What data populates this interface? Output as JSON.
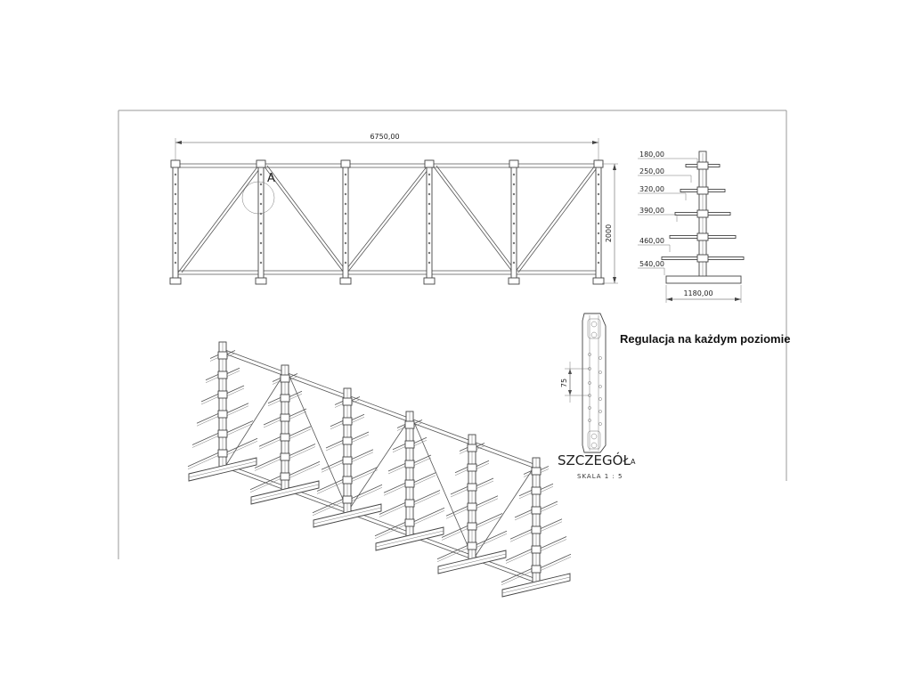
{
  "drawing": {
    "overall_length": "6750,00",
    "height": "2000",
    "side_arms": [
      "180,00",
      "250,00",
      "320,00",
      "390,00",
      "460,00",
      "540,00"
    ],
    "base_width": "1180,00",
    "detail_marker": "A",
    "note": "Regulacja na każdym poziomie",
    "detail_pitch": "75",
    "detail_title": "SZCZEGÓŁ",
    "detail_title_suffix": "A",
    "detail_scale": "SKALA 1 : 5"
  }
}
